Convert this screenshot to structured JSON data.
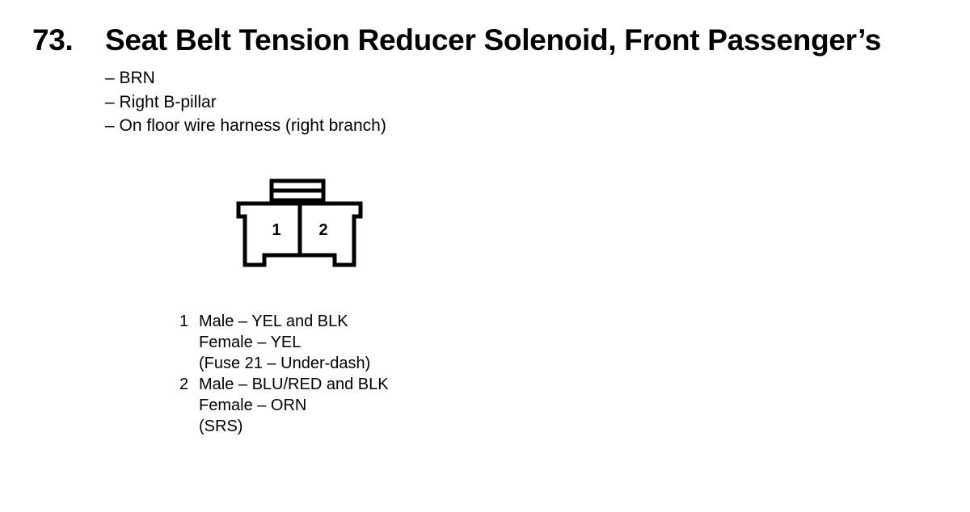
{
  "title": {
    "number": "73.",
    "text": "Seat Belt Tension Reducer Solenoid, Front Passenger’s"
  },
  "info": [
    "– BRN",
    "– Right B-pillar",
    "– On floor wire harness (right branch)"
  ],
  "connector": {
    "cavity_labels": [
      "1",
      "2"
    ]
  },
  "pins": [
    {
      "number": "1",
      "lines": [
        "Male – YEL and BLK",
        "Female – YEL",
        "(Fuse 21 – Under-dash)"
      ]
    },
    {
      "number": "2",
      "lines": [
        "Male – BLU/RED and BLK",
        "Female – ORN",
        "(SRS)"
      ]
    }
  ]
}
